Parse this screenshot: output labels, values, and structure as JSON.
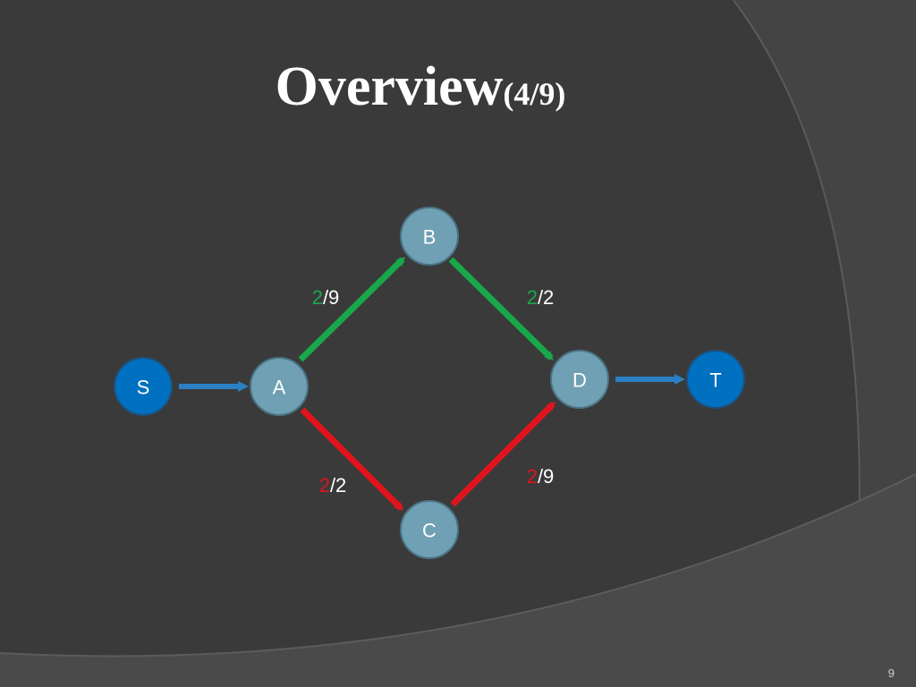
{
  "slide": {
    "title_main": "Overview",
    "title_sub": "(4/9)",
    "page_number": "9"
  },
  "colors": {
    "background": "#3a3a3a",
    "swoosh_light": "#4a4a4a",
    "node_blue": "#0070c0",
    "node_teal": "#6fa0b4",
    "flow_green": "#18a84a",
    "flow_red": "#e0141c",
    "flow_blue": "#2b7fc4",
    "text_white": "#ffffff"
  },
  "graph": {
    "nodes": [
      {
        "id": "S",
        "label": "S",
        "style": "blue"
      },
      {
        "id": "A",
        "label": "A",
        "style": "teal"
      },
      {
        "id": "B",
        "label": "B",
        "style": "teal"
      },
      {
        "id": "C",
        "label": "C",
        "style": "teal"
      },
      {
        "id": "D",
        "label": "D",
        "style": "teal"
      },
      {
        "id": "T",
        "label": "T",
        "style": "blue"
      }
    ],
    "edges": [
      {
        "from": "S",
        "to": "A",
        "color": "blue"
      },
      {
        "from": "A",
        "to": "B",
        "color": "green",
        "flow": "2",
        "capacity": "9"
      },
      {
        "from": "B",
        "to": "D",
        "color": "green",
        "flow": "2",
        "capacity": "2"
      },
      {
        "from": "A",
        "to": "C",
        "color": "red",
        "flow": "2",
        "capacity": "2"
      },
      {
        "from": "C",
        "to": "D",
        "color": "red",
        "flow": "2",
        "capacity": "9"
      },
      {
        "from": "D",
        "to": "T",
        "color": "blue"
      }
    ]
  }
}
